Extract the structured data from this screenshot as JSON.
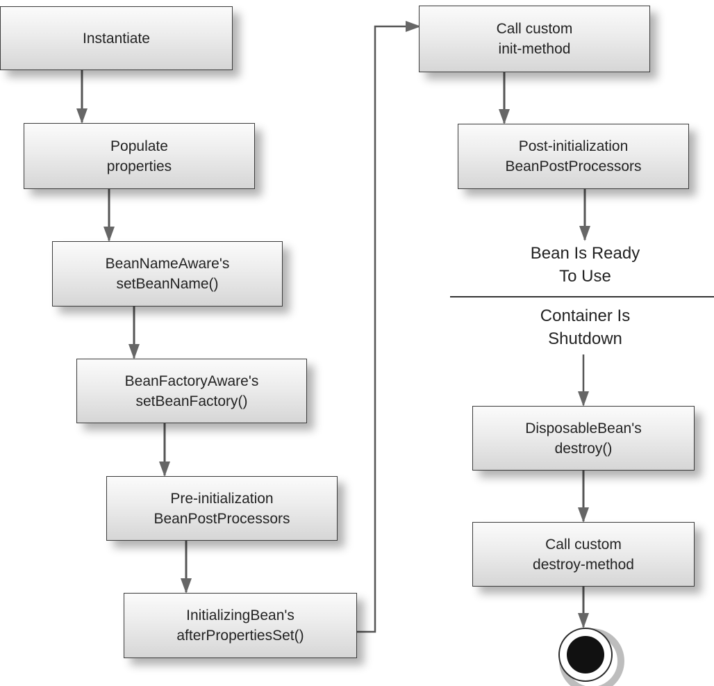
{
  "nodes": {
    "instantiate": [
      "Instantiate"
    ],
    "populate_properties": [
      "Populate",
      "properties"
    ],
    "bean_name_aware": [
      "BeanNameAware's",
      "setBeanName()"
    ],
    "bean_factory_aware": [
      "BeanFactoryAware's",
      "setBeanFactory()"
    ],
    "pre_init_bpp": [
      "Pre-initialization",
      "BeanPostProcessors"
    ],
    "initializing_bean": [
      "InitializingBean's",
      "afterPropertiesSet()"
    ],
    "custom_init": [
      "Call custom",
      "init-method"
    ],
    "post_init_bpp": [
      "Post-initialization",
      "BeanPostProcessors"
    ],
    "disposable_bean": [
      "DisposableBean's",
      "destroy()"
    ],
    "custom_destroy": [
      "Call custom",
      "destroy-method"
    ]
  },
  "labels": {
    "ready": [
      "Bean Is Ready",
      "To Use"
    ],
    "shutdown": [
      "Container Is",
      "Shutdown"
    ]
  },
  "colors": {
    "line": "#555555",
    "arrowhead": "#666666",
    "end_marker_fill": "#111111"
  }
}
